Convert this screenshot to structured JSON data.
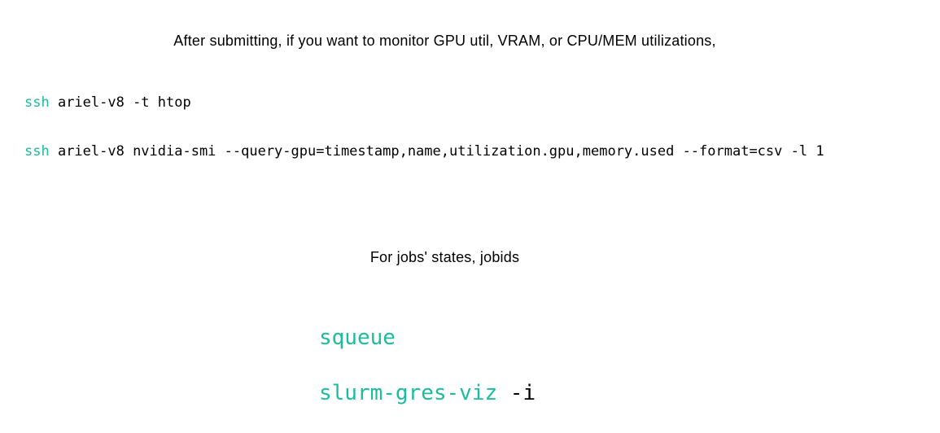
{
  "colors": {
    "accent": "#1cbd9c",
    "text": "#000000",
    "background": "#ffffff"
  },
  "intro": {
    "text": "After submitting, if you want to monitor GPU util, VRAM, or CPU/MEM utilizations,"
  },
  "monitor_commands": [
    {
      "keyword": "ssh",
      "args": " ariel-v8 -t htop"
    },
    {
      "keyword": "ssh",
      "args": " ariel-v8 nvidia-smi --query-gpu=timestamp,name,utilization.gpu,memory.used --format=csv -l 1"
    }
  ],
  "jobs": {
    "heading": "For jobs' states, jobids",
    "commands": [
      {
        "keyword": "squeue",
        "args": ""
      },
      {
        "keyword": "slurm-gres-viz",
        "args": " -i"
      }
    ]
  }
}
